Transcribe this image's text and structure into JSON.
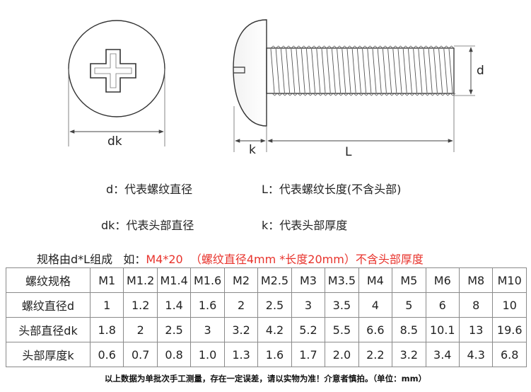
{
  "labels": {
    "dk": "dk",
    "k": "k",
    "L": "L",
    "d": "d"
  },
  "definitions": [
    {
      "id": "d",
      "text": "d：代表螺纹直径"
    },
    {
      "id": "L",
      "text": "L：代表螺纹长度(不含头部)"
    },
    {
      "id": "dk",
      "text": "dk：代表头部直径"
    },
    {
      "id": "k",
      "text": "k：代表头部厚度"
    }
  ],
  "example": {
    "prefix": "规格由d*L组成   如：",
    "highlight": "M4*20  （螺纹直径4mm *长度20mm）不含头部厚度"
  },
  "table": {
    "header_label": "螺纹规格",
    "columns": [
      "M1",
      "M1.2",
      "M1.4",
      "M1.6",
      "M2",
      "M2.5",
      "M3",
      "M3.5",
      "M4",
      "M5",
      "M6",
      "M8",
      "M10"
    ],
    "rows": [
      {
        "label": "螺纹直径d",
        "values": [
          "1",
          "1.2",
          "1.4",
          "1.6",
          "2",
          "2.5",
          "3",
          "3.5",
          "4",
          "5",
          "6",
          "8",
          "10"
        ]
      },
      {
        "label": "头部直径dk",
        "values": [
          "1.8",
          "2",
          "2.5",
          "3",
          "3.2",
          "4.2",
          "5.2",
          "5.5",
          "6.6",
          "8.5",
          "10.1",
          "13",
          "19.6"
        ]
      },
      {
        "label": "头部厚度k",
        "values": [
          "0.6",
          "0.7",
          "0.8",
          "1.0",
          "1.3",
          "1.6",
          "1.7",
          "2.0",
          "2.2",
          "3.2",
          "3.4",
          "4.3",
          "6.8"
        ]
      }
    ]
  },
  "footer": "以上数据为单批次手工测量，存在一定误差，请以实物为准！介意者慎拍。（单位：mm）",
  "colors": {
    "highlight": "#e8332c",
    "line": "#444444",
    "border": "#8a8a8a"
  }
}
